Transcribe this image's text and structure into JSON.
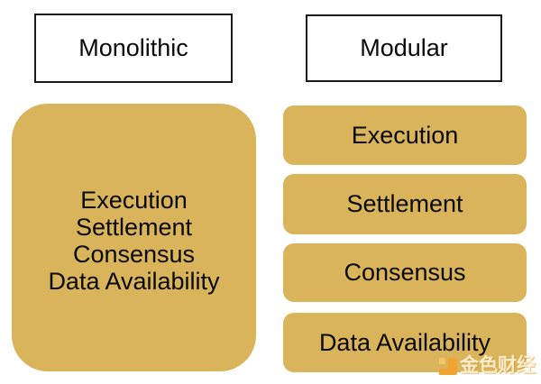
{
  "monolithic": {
    "header": "Monolithic",
    "layers": [
      "Execution",
      "Settlement",
      "Consensus",
      "Data Availability"
    ]
  },
  "modular": {
    "header": "Modular",
    "layers": [
      "Execution",
      "Settlement",
      "Consensus",
      "Data Availability"
    ]
  },
  "watermark": {
    "brand": "金色财经",
    "logo_icon": "jinse-squares-logo"
  },
  "colors": {
    "block_gold": "#d9b45a",
    "header_border": "#1a1a1a",
    "text": "#0a0a0a",
    "logo_orange": "#f0a432",
    "logo_orange_light": "#f6c463",
    "watermark_text": "#fbf3da"
  }
}
